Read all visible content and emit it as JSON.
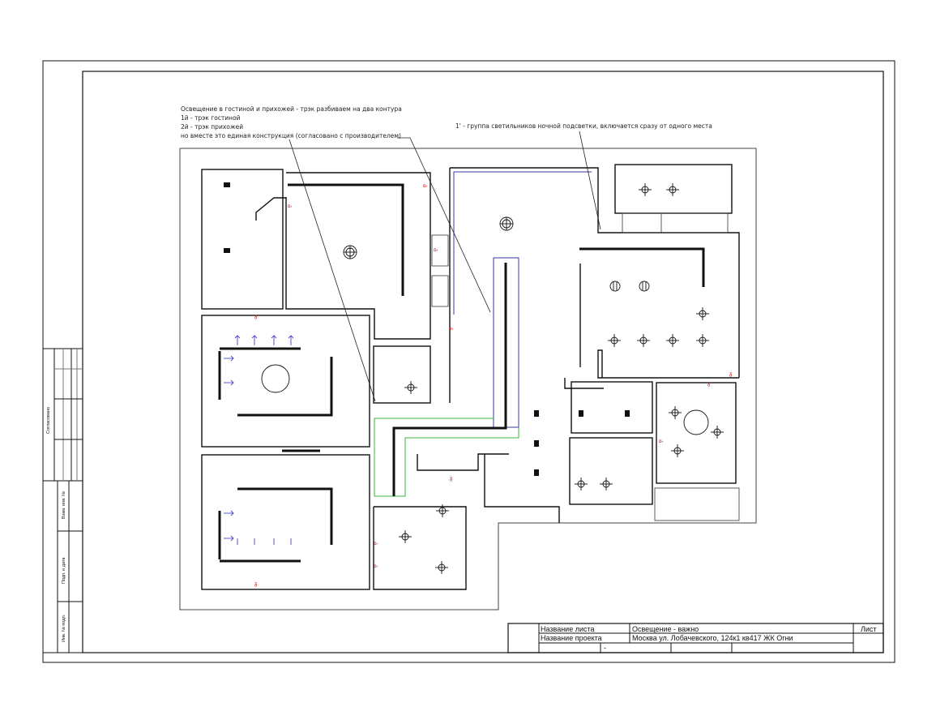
{
  "notes": {
    "left": [
      "Освещение в гостиной и прихожей - трэк разбиваем на два контура",
      "1й - трэк гостиной",
      "2й - трэк прихожей",
      "но вместе это единая конструкция (согласовано с производителем)"
    ],
    "right": "1' - группа светильников ночной подсветки, включается сразу от одного места"
  },
  "title_block": {
    "sheet_name_label": "Название листа",
    "sheet_name_value": "Освещение - важно",
    "project_name_label": "Название проекта",
    "project_name_value": "Москва ул. Лобачевского, 124к1 кв417 ЖК Огни",
    "sheet_label": "Лист",
    "dash": "-"
  },
  "side_stamp": {
    "agreed": "Согласовано",
    "replaces_inv": "Взам. инв. №",
    "sign_date": "Подп. и дата",
    "inv_orig": "Инв. № подл."
  },
  "colors": {
    "track_living": "#3a3aa0",
    "track_hall": "#3cb43c",
    "switch_marks": "#cc0000"
  }
}
